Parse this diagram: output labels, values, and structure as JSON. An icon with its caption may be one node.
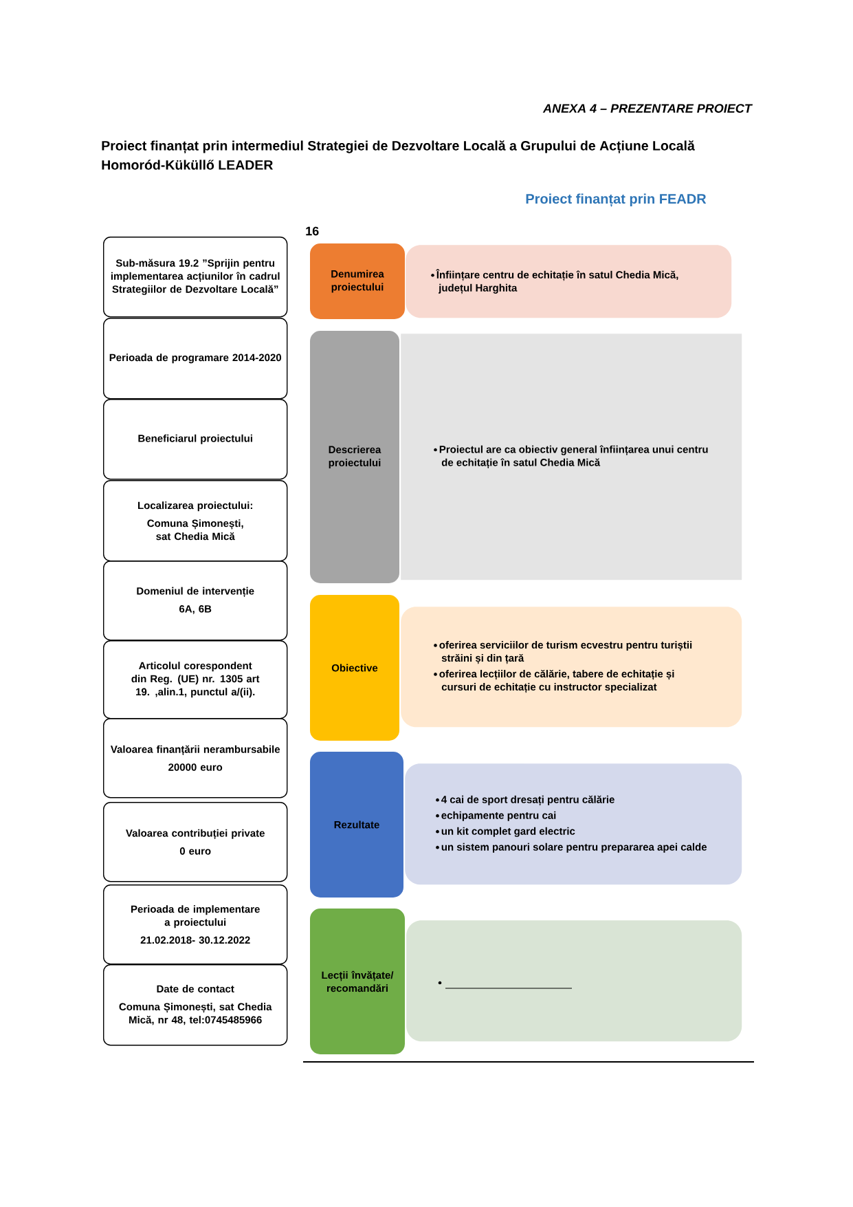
{
  "diagram": {
    "title": "Proiect finanțat prin intermediul Strategiei de Dezvoltare Locală a Grupului de Acțiune Locală Homoród-Küküllő LEADER",
    "nodes": [
      {
        "text": [
          "Sub-măsura 19.2 ”Sprijin pentru implementarea acțiunilor în cadrul Strategiilor de Dezvoltare Locală”"
        ]
      },
      {
        "text": [
          "Perioada de programare 2014-2020"
        ]
      },
      {
        "text": [
          "Beneficiarul proiectului"
        ]
      },
      {
        "text": [
          "Localizarea proiectului:",
          "Comuna Șimonești, sat Chedia Mică"
        ]
      },
      {
        "text": [
          "Domeniul de intervenție",
          "6A, 6B"
        ]
      },
      {
        "text": [
          "Articolul corespondent din Reg. (UE) nr. 1305 art 19. ,alin.1, punctul a/(ii)."
        ]
      },
      {
        "text": [
          "Valoarea finanțării nerambursabile",
          "20000 euro"
        ]
      },
      {
        "text": [
          "Valoarea contribuției private",
          "0 euro"
        ]
      },
      {
        "text": [
          "Perioada de implementare a proiectului",
          "21.02.2018- 30.12.2022"
        ]
      },
      {
        "text": [
          "Date de contact",
          "Comuna Șimonești, sat Chedia Mică, nr 48, tel:0745485966"
        ]
      },
      {
        "text": [
          "Denumirea proiectului"
        ]
      },
      {
        "text": [
          "Înființare centru de echitație în satul Chedia Mică, județul Harghita"
        ]
      },
      {
        "text": [
          "Descrierea proiectului"
        ]
      },
      {
        "text": [
          "Proiectul are ca obiectiv general înființarea unui centru de echitație în satul Chedia Mică"
        ]
      },
      {
        "text": [
          "Obiective"
        ]
      },
      {
        "text": [
          "oferirea serviciilor de turism ecvestru pentru turiștii străini și din țară",
          "oferirea lecțiilor de călărie, tabere de echitație și cursuri de echitație cu instructor specializat"
        ]
      },
      {
        "text": [
          "Rezultate"
        ]
      },
      {
        "text": [
          "4 cai de sport dresați pentru călărie",
          "echipamente pentru cai",
          "un kit complet gard electric",
          "un sistem panouri solare pentru prepararea apei calde"
        ]
      },
      {
        "text": [
          "Lecții învățate/ recomandări"
        ]
      },
      {
        "text": [],
        "shape": "box"
      }
    ],
    "labels": [
      "ANEXA 4 – PREZENTARE PROIECT",
      "Proiect finanțat prin FEADR",
      "16"
    ]
  }
}
